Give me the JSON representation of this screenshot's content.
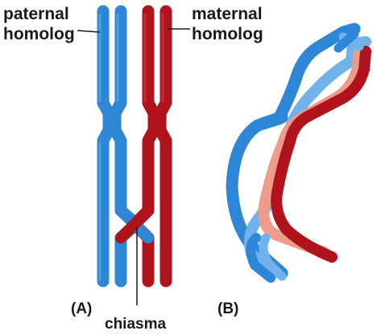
{
  "labels": {
    "paternal_line1": "paternal",
    "paternal_line2": "homolog",
    "maternal_line1": "maternal",
    "maternal_line2": "homolog",
    "chiasma": "chiasma",
    "panel_a": "(A)",
    "panel_b": "(B)"
  },
  "colors": {
    "paternal": "#2e86d6",
    "paternal_light": "#6fb3ea",
    "maternal": "#b0131c",
    "maternal_light": "#ee9b8c",
    "text": "#1a1a1a"
  }
}
